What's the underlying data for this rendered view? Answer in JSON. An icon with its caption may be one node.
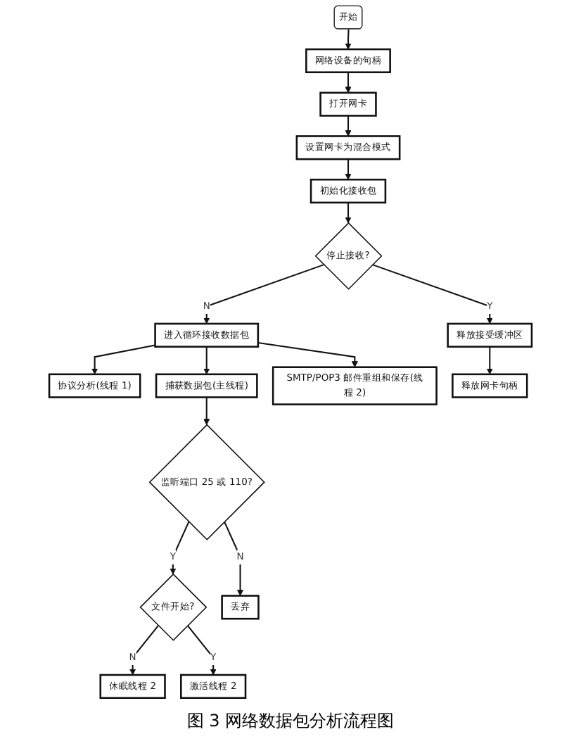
{
  "diagram": {
    "caption": "图 3 网络数据包分析流程图",
    "nodes": [
      {
        "text": [
          "开始"
        ]
      },
      {
        "text": [
          "网络设备的句柄"
        ]
      },
      {
        "text": [
          "打开网卡"
        ]
      },
      {
        "text": [
          "设置网卡为混合模式"
        ]
      },
      {
        "text": [
          "初始化接收包"
        ]
      },
      {
        "text": [
          "停止接收?"
        ]
      },
      {
        "text": [
          "进入循环接收数据包"
        ]
      },
      {
        "text": [
          "释放接受缓冲区"
        ]
      },
      {
        "text": [
          "协议分析(线程 1)"
        ]
      },
      {
        "text": [
          "捕获数据包(主线程)"
        ]
      },
      {
        "text": [
          "SMTP/POP3 邮件重组和保存(线程 2)"
        ]
      },
      {
        "text": [
          "监听端口 25 或 110?"
        ]
      },
      {
        "text": [
          "文件开始?"
        ]
      },
      {
        "text": [
          "丢弃"
        ]
      },
      {
        "text": [
          "休眠线程 2"
        ]
      },
      {
        "text": [
          "激活线程 2"
        ]
      },
      {
        "text": [
          "释放网卡句柄"
        ]
      }
    ],
    "edges": [
      {
        "from": 0,
        "to": 1,
        "arrow": "to"
      },
      {
        "from": 1,
        "to": 2,
        "arrow": "to"
      },
      {
        "from": 2,
        "to": 3,
        "arrow": "to"
      },
      {
        "from": 3,
        "to": 4,
        "arrow": "to"
      },
      {
        "from": 4,
        "to": 5,
        "arrow": "to"
      },
      {
        "from": 5,
        "to": 6,
        "arrow": "to",
        "label": "N"
      },
      {
        "from": 5,
        "to": 7,
        "arrow": "to",
        "label": "Y"
      },
      {
        "from": 6,
        "to": 8,
        "arrow": "to"
      },
      {
        "from": 6,
        "to": 9,
        "arrow": "to"
      },
      {
        "from": 6,
        "to": 10,
        "arrow": "to"
      },
      {
        "from": 9,
        "to": 11,
        "arrow": "to"
      },
      {
        "from": 11,
        "to": 12,
        "arrow": "to",
        "label": "Y"
      },
      {
        "from": 11,
        "to": 13,
        "arrow": "to",
        "label": "N"
      },
      {
        "from": 12,
        "to": 14,
        "arrow": "to",
        "label": "N"
      },
      {
        "from": 12,
        "to": 15,
        "arrow": "to",
        "label": "Y"
      },
      {
        "from": 7,
        "to": 16,
        "arrow": "to"
      }
    ]
  }
}
